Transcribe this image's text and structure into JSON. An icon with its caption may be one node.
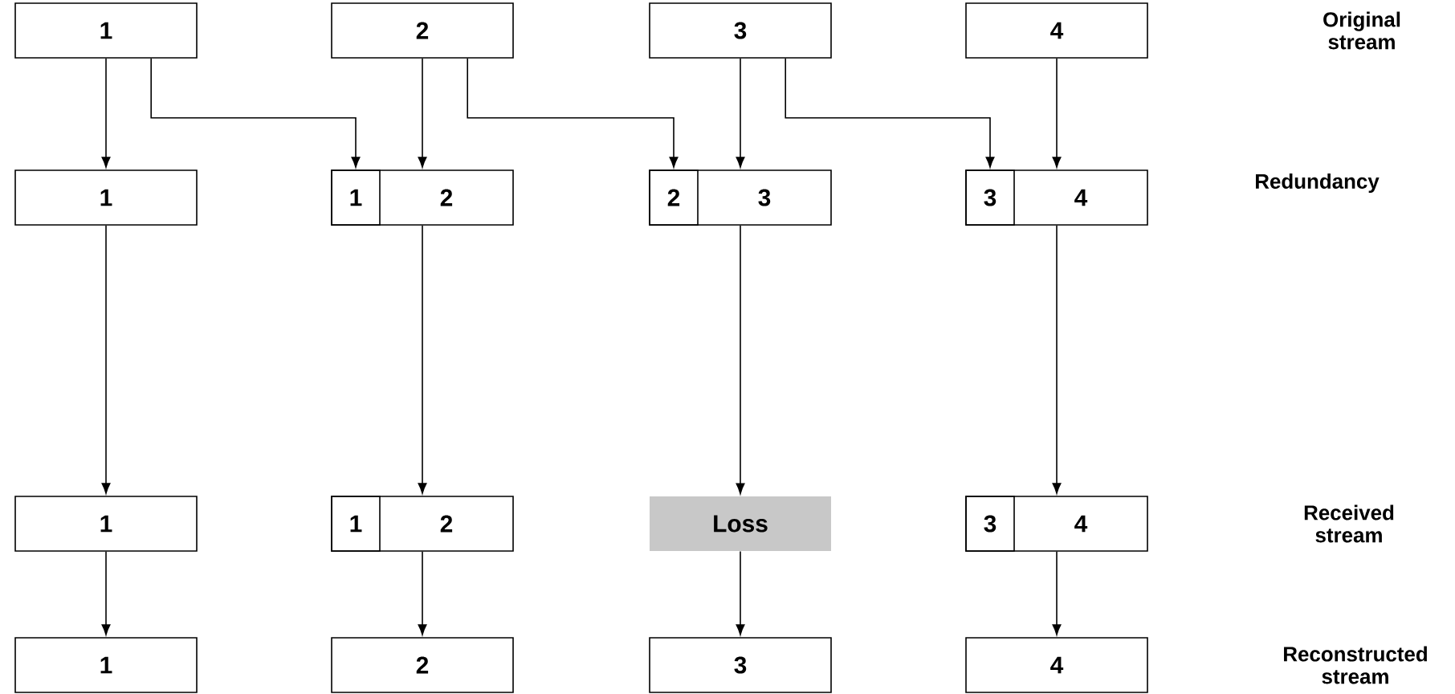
{
  "diagram": {
    "nodes": [
      {
        "text": [
          "1"
        ]
      },
      {
        "text": [
          "2"
        ]
      },
      {
        "text": [
          "3"
        ]
      },
      {
        "text": [
          "4"
        ]
      },
      {
        "text": [
          "1"
        ]
      },
      {
        "text": [
          "2"
        ]
      },
      {
        "text": [
          "1"
        ],
        "in": 5
      },
      {
        "text": [
          "3"
        ]
      },
      {
        "text": [
          "2"
        ],
        "in": 7
      },
      {
        "text": [
          "4"
        ]
      },
      {
        "text": [
          "3"
        ],
        "in": 9
      },
      {
        "text": [
          "1"
        ]
      },
      {
        "text": [
          "2"
        ]
      },
      {
        "text": [
          "1"
        ],
        "in": 12
      },
      {
        "text": [
          "Loss"
        ]
      },
      {
        "text": [
          "4"
        ]
      },
      {
        "text": [
          "3"
        ],
        "in": 15
      },
      {
        "text": [
          "1"
        ]
      },
      {
        "text": [
          "2"
        ]
      },
      {
        "text": [
          "3"
        ]
      },
      {
        "text": [
          "4"
        ]
      }
    ],
    "edges": [
      {
        "from": 0,
        "to": 4,
        "arrow": "to"
      },
      {
        "from": 0,
        "to": 6,
        "arrow": "to"
      },
      {
        "from": 1,
        "to": 5,
        "arrow": "to"
      },
      {
        "from": 1,
        "to": 8,
        "arrow": "to"
      },
      {
        "from": 2,
        "to": 7,
        "arrow": "to"
      },
      {
        "from": 2,
        "to": 10,
        "arrow": "to"
      },
      {
        "from": 3,
        "to": 9,
        "arrow": "to"
      },
      {
        "from": 4,
        "to": 11,
        "arrow": "to"
      },
      {
        "from": 5,
        "to": 12,
        "arrow": "to"
      },
      {
        "from": 7,
        "to": 14,
        "arrow": "to"
      },
      {
        "from": 9,
        "to": 15,
        "arrow": "to"
      },
      {
        "from": 11,
        "to": 17,
        "arrow": "to"
      },
      {
        "from": 12,
        "to": 18,
        "arrow": "to"
      },
      {
        "from": 14,
        "to": 19,
        "arrow": "to"
      },
      {
        "from": 15,
        "to": 20,
        "arrow": "to"
      }
    ],
    "labels": [
      "Original stream",
      "Redundancy",
      "Received stream",
      "Reconstructed stream"
    ]
  }
}
